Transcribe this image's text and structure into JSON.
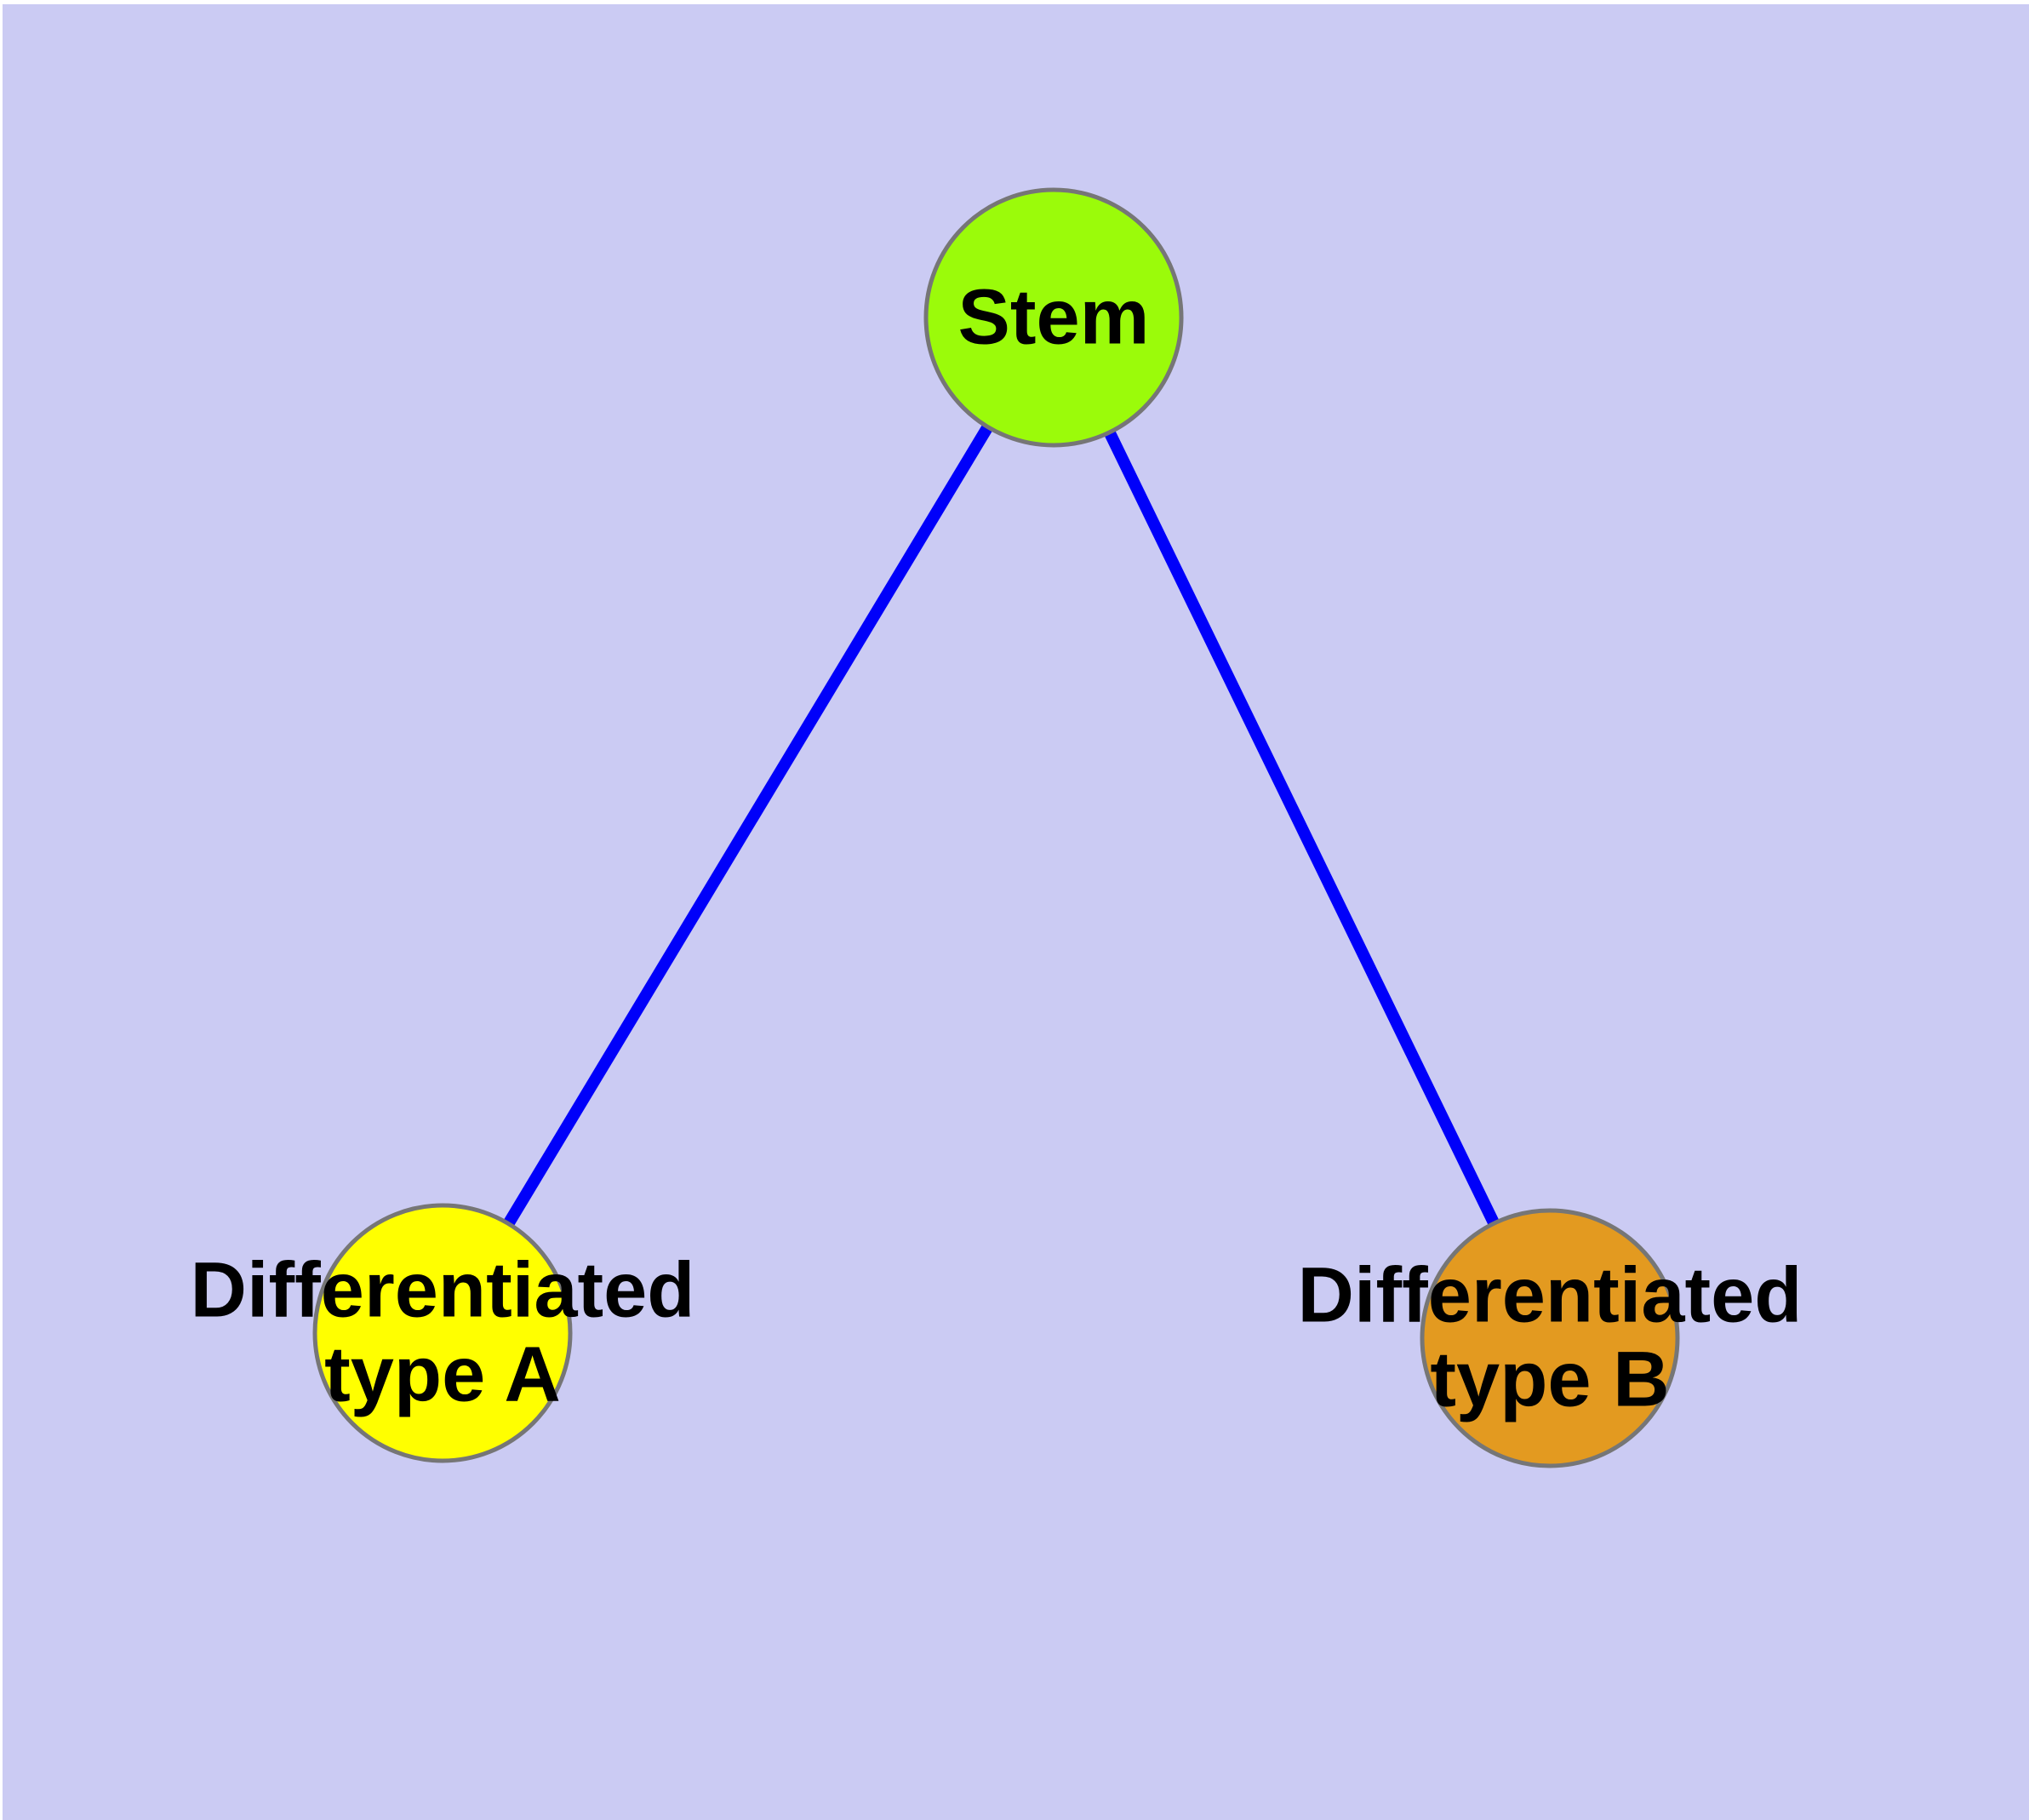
{
  "diagram": {
    "type": "graph",
    "background_color": "#CBCBF3",
    "page_margin_color": "#FFFFFF",
    "edge_color": "#0000FA",
    "node_border_color": "#767676",
    "label_color": "#000000",
    "nodes": [
      {
        "id": "stem",
        "label_lines": [
          "Stem"
        ],
        "fill_color": "#9BFB0A"
      },
      {
        "id": "differentiated-type-a",
        "label_lines": [
          "Differentiated",
          "type A"
        ],
        "fill_color": "#FFFF00"
      },
      {
        "id": "differentiated-type-b",
        "label_lines": [
          "Differentiated",
          "type B"
        ],
        "fill_color": "#E39A20"
      }
    ],
    "edges": [
      {
        "from": "Stem",
        "to": "Differentiated type A"
      },
      {
        "from": "Stem",
        "to": "Differentiated type B"
      }
    ]
  }
}
